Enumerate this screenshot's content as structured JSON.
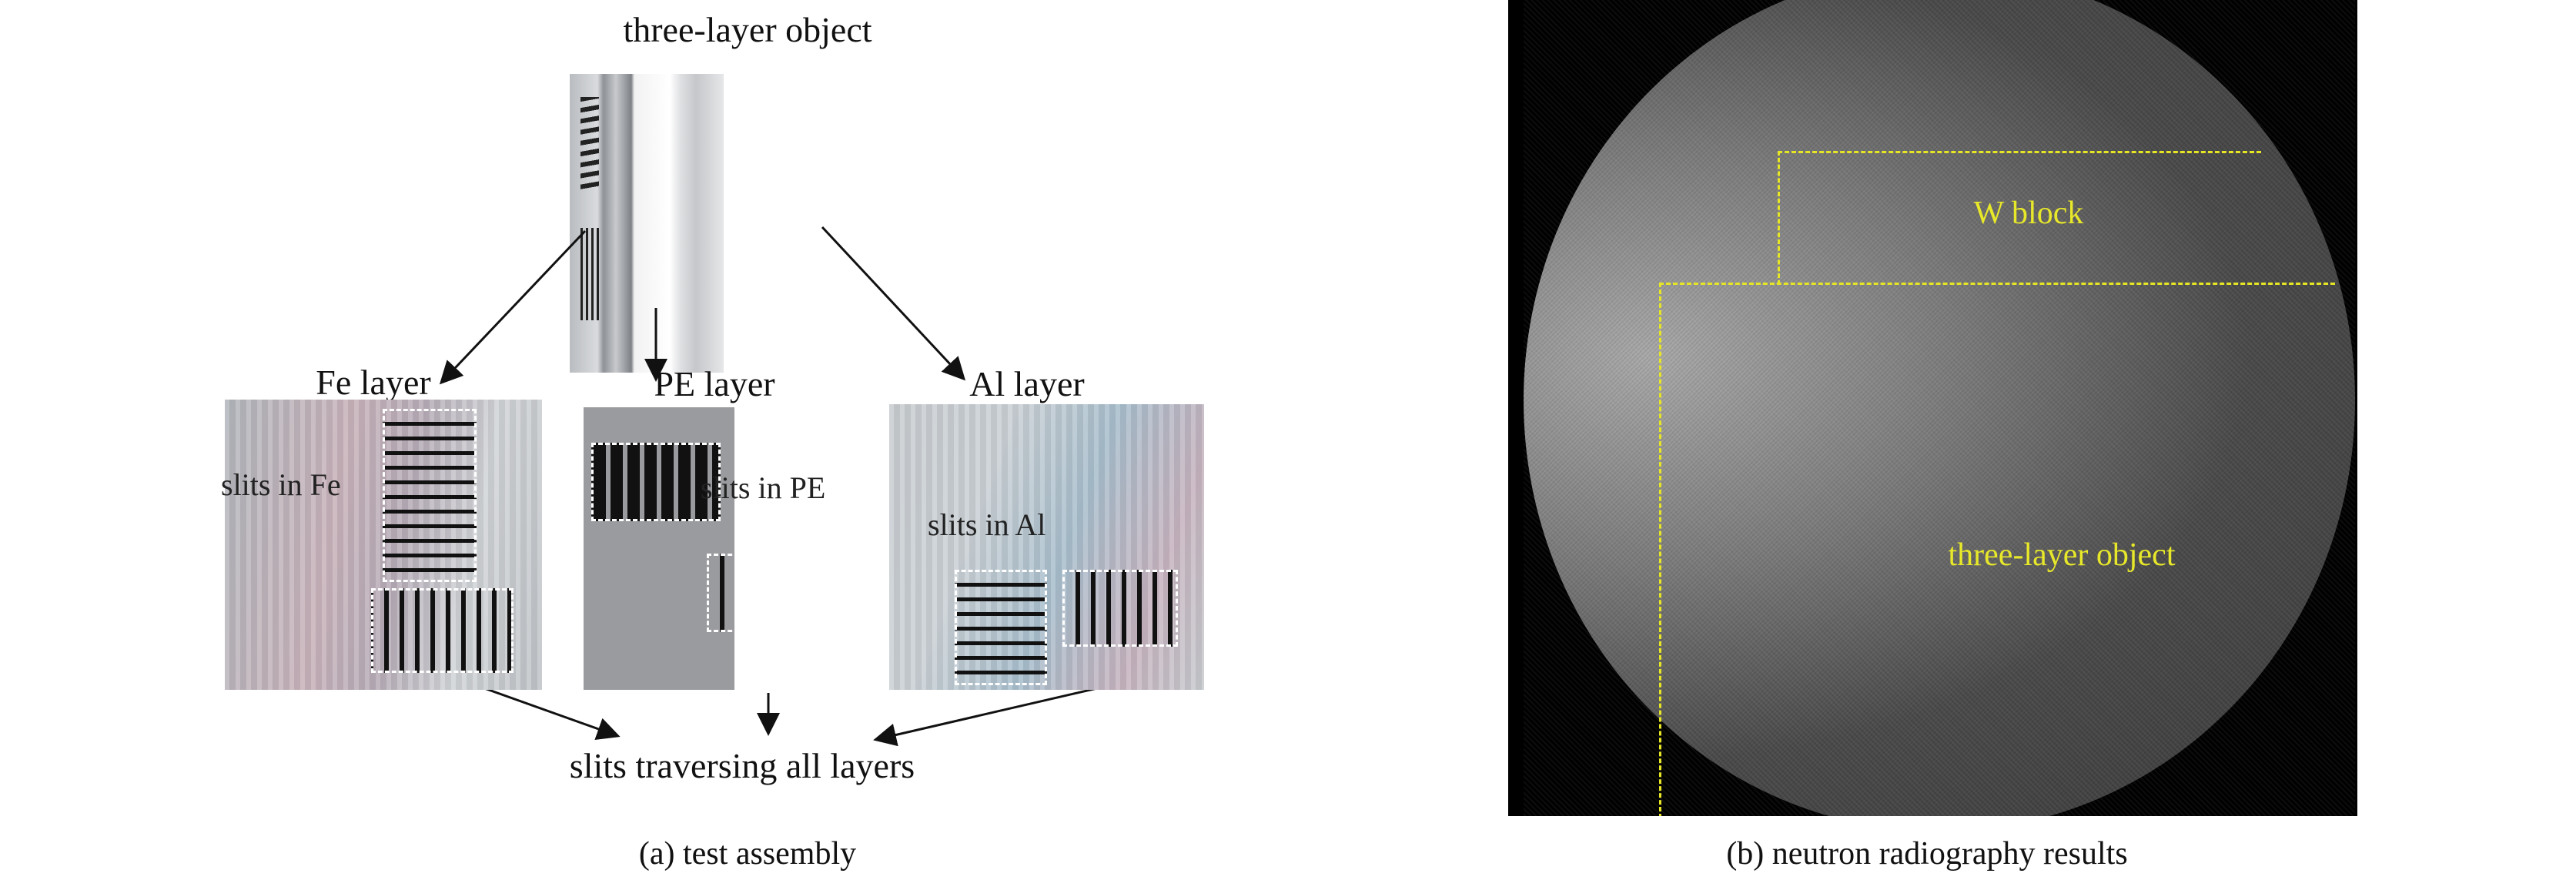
{
  "panel_a": {
    "top_label": "three-layer object",
    "fe_label": "Fe layer",
    "pe_label": "PE layer",
    "al_label": "Al layer",
    "fe_slits": "slits in Fe",
    "pe_slits": "slits in PE",
    "al_slits": "slits in Al",
    "bottom_label": "slits traversing all layers",
    "caption": "(a) test assembly"
  },
  "panel_b": {
    "w_block": "W block",
    "object_label": "three-layer object",
    "caption": "(b) neutron radiography results",
    "annotation_color": "#e8e82a"
  }
}
